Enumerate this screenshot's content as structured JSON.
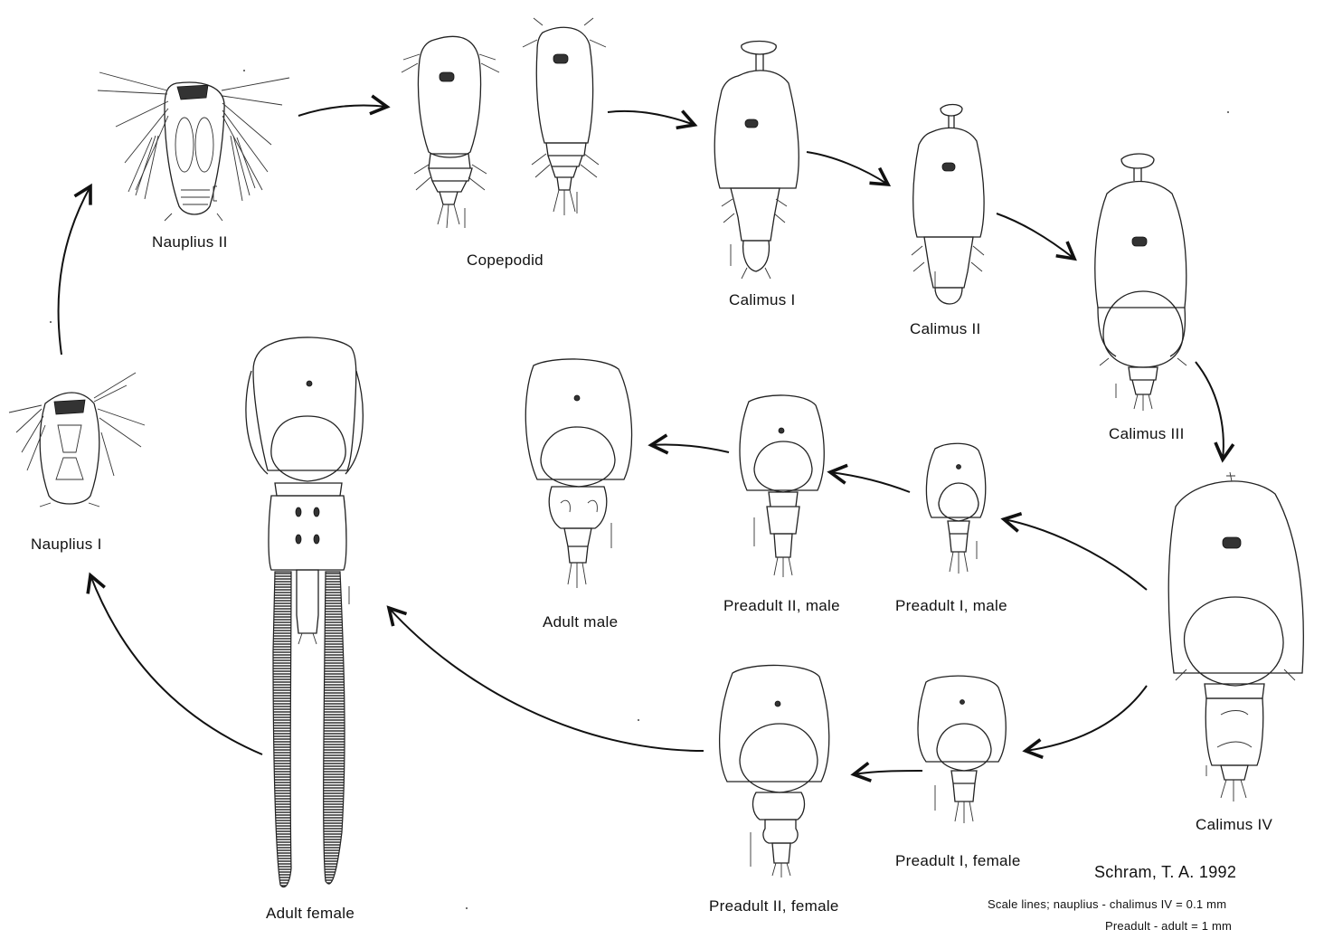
{
  "stages": {
    "nauplius_ii": "Nauplius II",
    "copepodid": "Copepodid",
    "calimus_i": "Calimus I",
    "calimus_ii": "Calimus II",
    "calimus_iii": "Calimus III",
    "calimus_iv": "Calimus IV",
    "nauplius_i": "Nauplius I",
    "adult_female": "Adult  female",
    "adult_male": "Adult  male",
    "preadult_ii_male": "Preadult II, male",
    "preadult_i_male": "Preadult I, male",
    "preadult_ii_female": "Preadult II, female",
    "preadult_i_female": "Preadult I,  female"
  },
  "credit": "Schram, T. A. 1992",
  "scale_note": {
    "line1": "Scale lines;  nauplius - chalimus IV = 0.1 mm",
    "line2": "Preadult - adult = 1 mm"
  }
}
